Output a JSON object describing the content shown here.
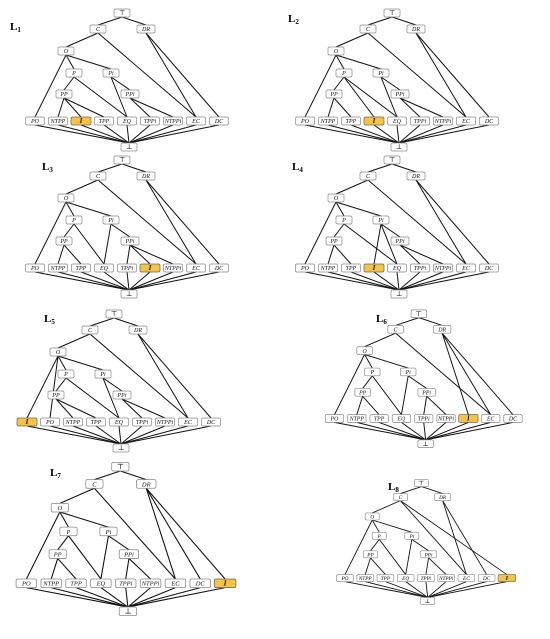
{
  "labels": {
    "top": "⊤",
    "bottom": "⊥",
    "C": "C",
    "DR": "DR",
    "O": "O",
    "P": "P",
    "Pi": "Pi",
    "PP": "PP",
    "PPi": "PPi",
    "PO": "PO",
    "NTPP": "NTPP",
    "TPP": "TPP",
    "I": "I",
    "EQ": "EQ",
    "TPPi": "TPPi",
    "NTPPi": "NTPPi",
    "EC": "EC",
    "DC": "DC"
  },
  "colors": {
    "highlight": "#f5c542",
    "edge": "#111111",
    "box_border": "#888888"
  },
  "lattices": [
    {
      "title": "L",
      "sub": "1",
      "highlight": "I"
    },
    {
      "title": "L",
      "sub": "2",
      "highlight": "I"
    },
    {
      "title": "L",
      "sub": "3",
      "highlight": "I"
    },
    {
      "title": "L",
      "sub": "4",
      "highlight": "I"
    },
    {
      "title": "L",
      "sub": "5",
      "highlight": "I"
    },
    {
      "title": "L",
      "sub": "6",
      "highlight": "I"
    },
    {
      "title": "L",
      "sub": "7",
      "highlight": "I"
    },
    {
      "title": "L",
      "sub": "8",
      "highlight": "I"
    }
  ]
}
